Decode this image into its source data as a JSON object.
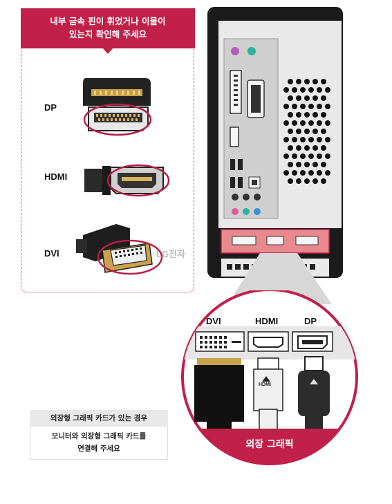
{
  "warning": {
    "line1": "내부 금속 핀이 휘었거나 이물이",
    "line2": "있는지 확인해 주세요"
  },
  "connectors_left": [
    {
      "label": "DP"
    },
    {
      "label": "HDMI"
    },
    {
      "label": "DVI"
    }
  ],
  "watermark": "LG전자",
  "zoom": {
    "port_labels": [
      "DVI",
      "HDMI",
      "DP"
    ],
    "plug_text": "HDMI",
    "caption": "외장 그래픽"
  },
  "info": {
    "heading": "외장형 그래픽 카드가 있는 경우",
    "line1": "모니터와 외장형 그래픽 카드를",
    "line2": "연결해 주세요"
  },
  "colors": {
    "accent": "#c0204a",
    "highlight_box": "#e9898e"
  }
}
